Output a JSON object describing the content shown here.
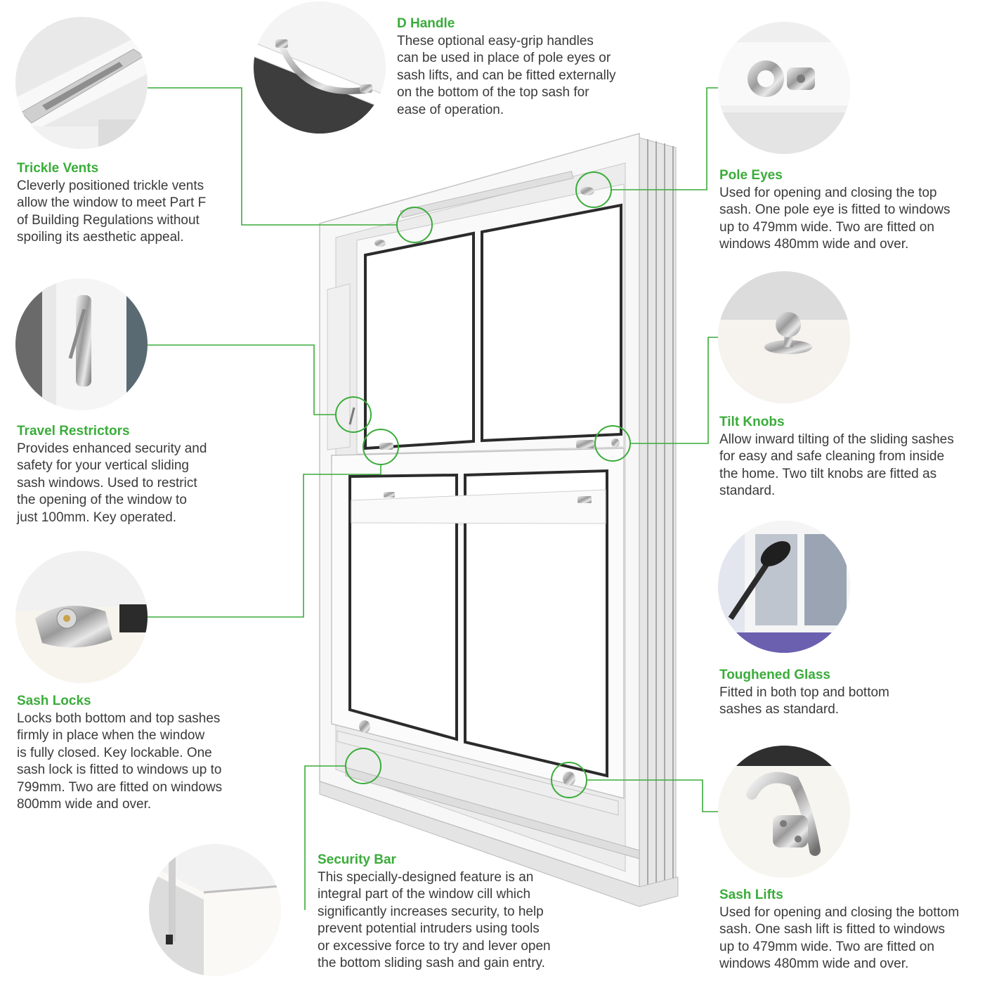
{
  "colors": {
    "accent": "#3aac3a",
    "text": "#3a3a3a",
    "frame": "#f7f7f7",
    "glass": "#ffffff"
  },
  "features": {
    "d_handle": {
      "title": "D Handle",
      "desc": "These optional easy-grip handles\ncan be used in place of pole eyes or\nsash lifts, and can be fitted externally\non the bottom of the top sash for\nease of operation.",
      "icon": "d-handle-icon"
    },
    "trickle_vents": {
      "title": "Trickle Vents",
      "desc": "Cleverly positioned trickle vents\nallow the window to meet Part F\nof Building Regulations without\nspoiling its aesthetic appeal.",
      "icon": "trickle-vent-icon"
    },
    "pole_eyes": {
      "title": "Pole Eyes",
      "desc": "Used for opening and closing the top\nsash. One pole eye is fitted to windows\nup to 479mm wide. Two are fitted on\nwindows 480mm wide and over.",
      "icon": "pole-eye-icon"
    },
    "travel_restrictors": {
      "title": "Travel Restrictors",
      "desc": "Provides enhanced security and\nsafety for your vertical sliding\nsash windows. Used to restrict\nthe opening of the window to\njust 100mm. Key operated.",
      "icon": "travel-restrictor-icon"
    },
    "tilt_knobs": {
      "title": "Tilt Knobs",
      "desc": "Allow inward tilting of the sliding sashes\nfor easy and safe cleaning from inside\nthe home. Two tilt knobs are fitted as\nstandard.",
      "icon": "tilt-knob-icon"
    },
    "toughened_glass": {
      "title": "Toughened Glass",
      "desc": "Fitted in both top and bottom\nsashes as standard.",
      "icon": "hammer-glass-icon"
    },
    "sash_locks": {
      "title": "Sash Locks",
      "desc": "Locks both bottom and top sashes\nfirmly in place when the window\nis fully closed. Key lockable. One\nsash lock is fitted to windows up to\n799mm. Two are fitted on windows\n800mm wide and over.",
      "icon": "sash-lock-icon"
    },
    "security_bar": {
      "title": "Security Bar",
      "desc": "This specially-designed feature is an\nintegral part of the window cill which\nsignificantly increases security, to help\nprevent potential intruders using tools\nor excessive force to try and lever open\nthe bottom sliding sash and gain entry.",
      "icon": "security-bar-icon"
    },
    "sash_lifts": {
      "title": "Sash Lifts",
      "desc": "Used for opening and closing the bottom\nsash. One sash lift is fitted to windows\nup to 479mm wide. Two are fitted on\nwindows 480mm wide and over.",
      "icon": "sash-lift-icon"
    }
  }
}
